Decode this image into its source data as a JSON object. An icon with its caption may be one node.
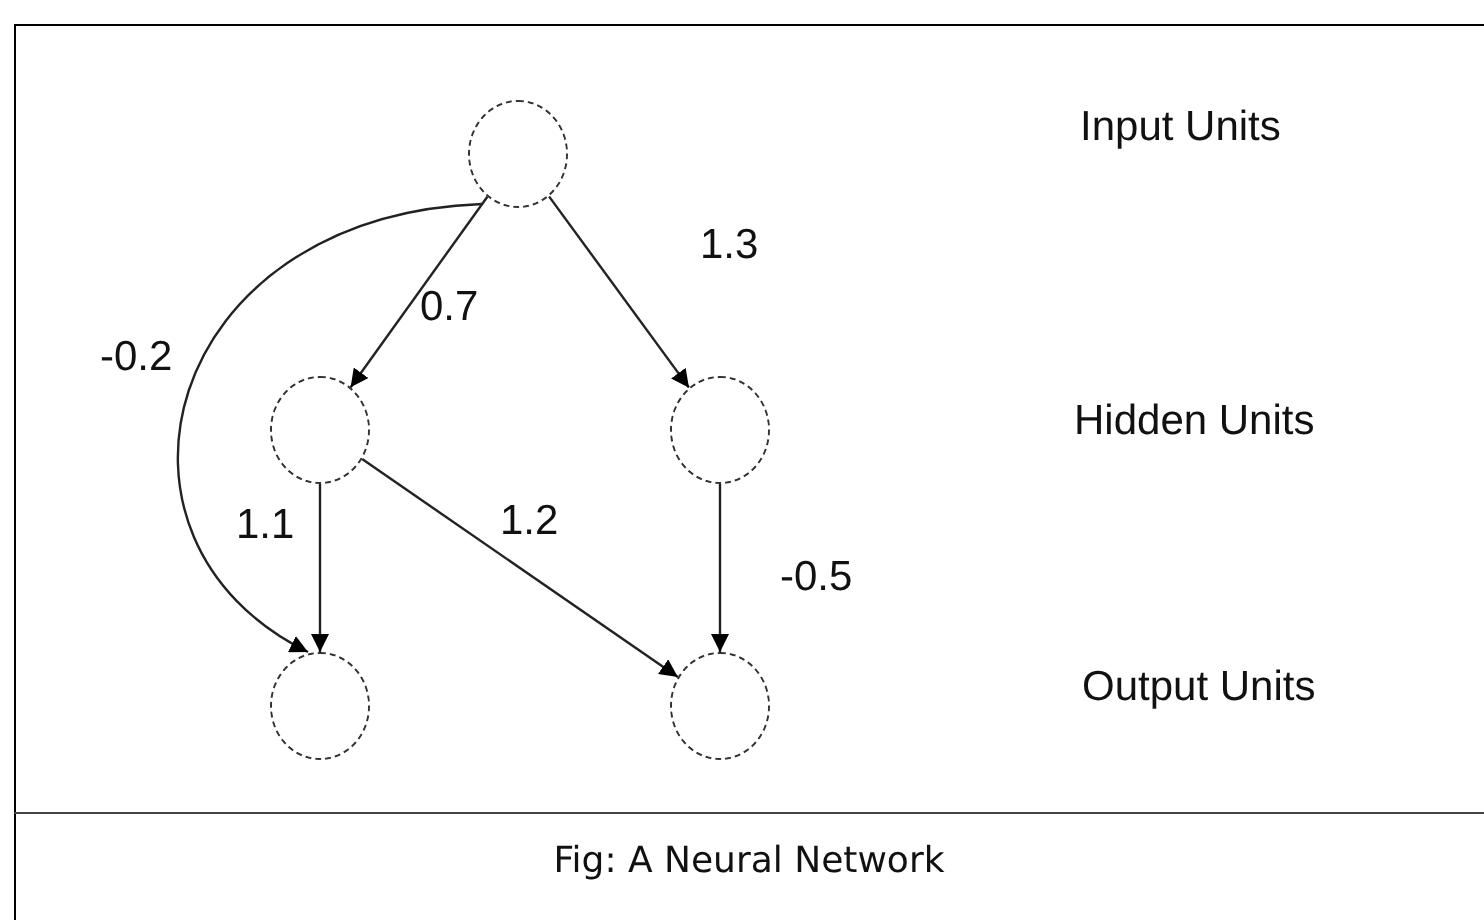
{
  "diagram": {
    "caption": "Fig: A Neural Network",
    "nodes": [
      {
        "text": [],
        "shape": "circle"
      },
      {
        "text": [],
        "shape": "circle"
      },
      {
        "text": [],
        "shape": "circle"
      },
      {
        "text": [],
        "shape": "circle"
      },
      {
        "text": [],
        "shape": "circle"
      }
    ],
    "edges": [
      {
        "from": 0,
        "to": 3,
        "label": "-0.2",
        "arrow": "to"
      },
      {
        "from": 0,
        "to": 1,
        "label": "0.7",
        "arrow": "to"
      },
      {
        "from": 0,
        "to": 2,
        "label": "1.3",
        "arrow": "to"
      },
      {
        "from": 1,
        "to": 3,
        "label": "1.1",
        "arrow": "to"
      },
      {
        "from": 1,
        "to": 4,
        "label": "1.2",
        "arrow": "to"
      },
      {
        "from": 2,
        "to": 4,
        "label": "-0.5",
        "arrow": "to"
      }
    ],
    "labels": [
      "Input Units",
      "Hidden Units",
      "Output Units"
    ]
  }
}
